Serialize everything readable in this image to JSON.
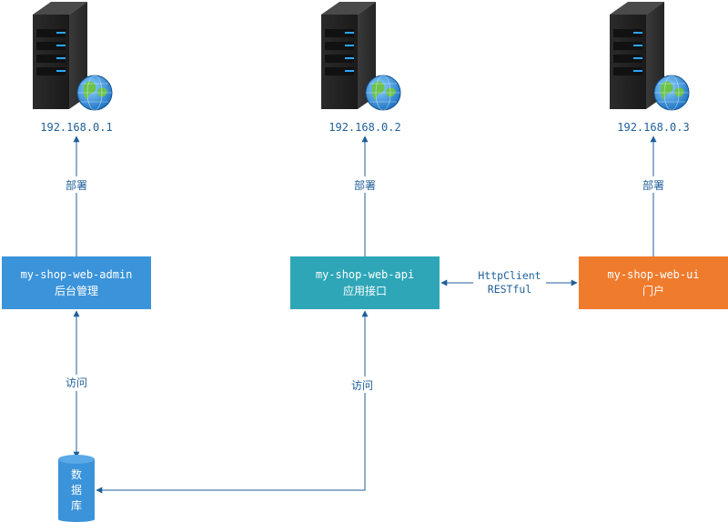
{
  "servers": [
    {
      "ip": "192.168.0.1",
      "icon": "server-globe-icon"
    },
    {
      "ip": "192.168.0.2",
      "icon": "server-globe-icon"
    },
    {
      "ip": "192.168.0.3",
      "icon": "server-globe-icon"
    }
  ],
  "deploy_label": "部署",
  "services": {
    "admin": {
      "name": "my-shop-web-admin",
      "desc": "后台管理",
      "color": "#3b93d9"
    },
    "api": {
      "name": "my-shop-web-api",
      "desc": "应用接口",
      "color": "#2ea6b8"
    },
    "ui": {
      "name": "my-shop-web-ui",
      "desc": "门户",
      "color": "#ef7b2d"
    }
  },
  "database": {
    "label": "数据库",
    "chars": [
      "数",
      "据",
      "库"
    ],
    "color": "#3b93d9"
  },
  "access_label": "访问",
  "api_ui_link": {
    "line1": "HttpClient",
    "line2": "RESTful"
  },
  "colors": {
    "connector": "#1f5f99"
  }
}
